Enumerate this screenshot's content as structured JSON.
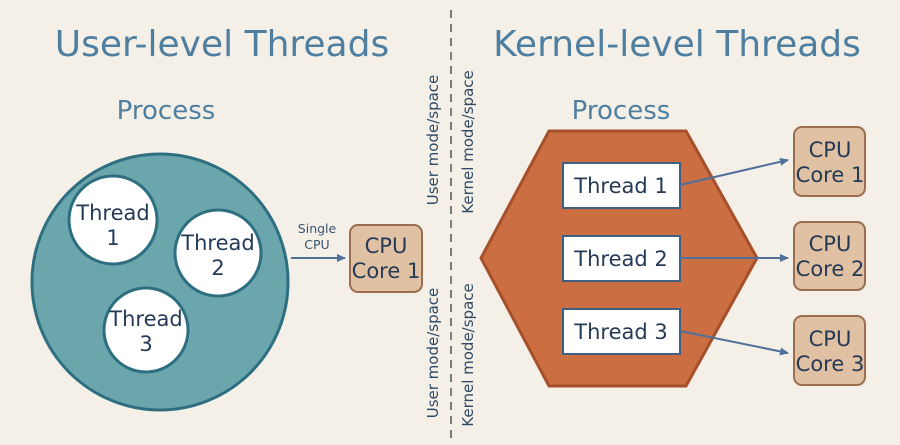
{
  "left": {
    "title": "User-level Threads",
    "process_label": "Process",
    "threads": [
      {
        "line1": "Thread",
        "line2": "1"
      },
      {
        "line1": "Thread",
        "line2": "2"
      },
      {
        "line1": "Thread",
        "line2": "3"
      }
    ],
    "connector_label_line1": "Single",
    "connector_label_line2": "CPU",
    "cpu": {
      "line1": "CPU",
      "line2": "Core 1"
    }
  },
  "divider": {
    "top_user_mode": "User mode/space",
    "top_kernel_mode": "Kernel mode/space",
    "bottom_user_mode": "User mode/space",
    "bottom_kernel_mode": "Kernel mode/space"
  },
  "right": {
    "title": "Kernel-level Threads",
    "process_label": "Process",
    "threads": [
      "Thread 1",
      "Thread 2",
      "Thread 3"
    ],
    "cpus": [
      {
        "line1": "CPU",
        "line2": "Core 1"
      },
      {
        "line1": "CPU",
        "line2": "Core 2"
      },
      {
        "line1": "CPU",
        "line2": "Core 3"
      }
    ]
  },
  "colors": {
    "background": "#f4f0e8",
    "title_blue": "#4f7fa0",
    "circle_fill": "#6ca6ad",
    "circle_stroke": "#2d6f80",
    "hexagon_fill": "#cb6e42",
    "hexagon_stroke": "#a64f2b",
    "cpu_fill": "#e0c1a3",
    "cpu_stroke": "#9a6e4e",
    "arrow": "#4f7099",
    "box_stroke": "#3f5f85"
  }
}
